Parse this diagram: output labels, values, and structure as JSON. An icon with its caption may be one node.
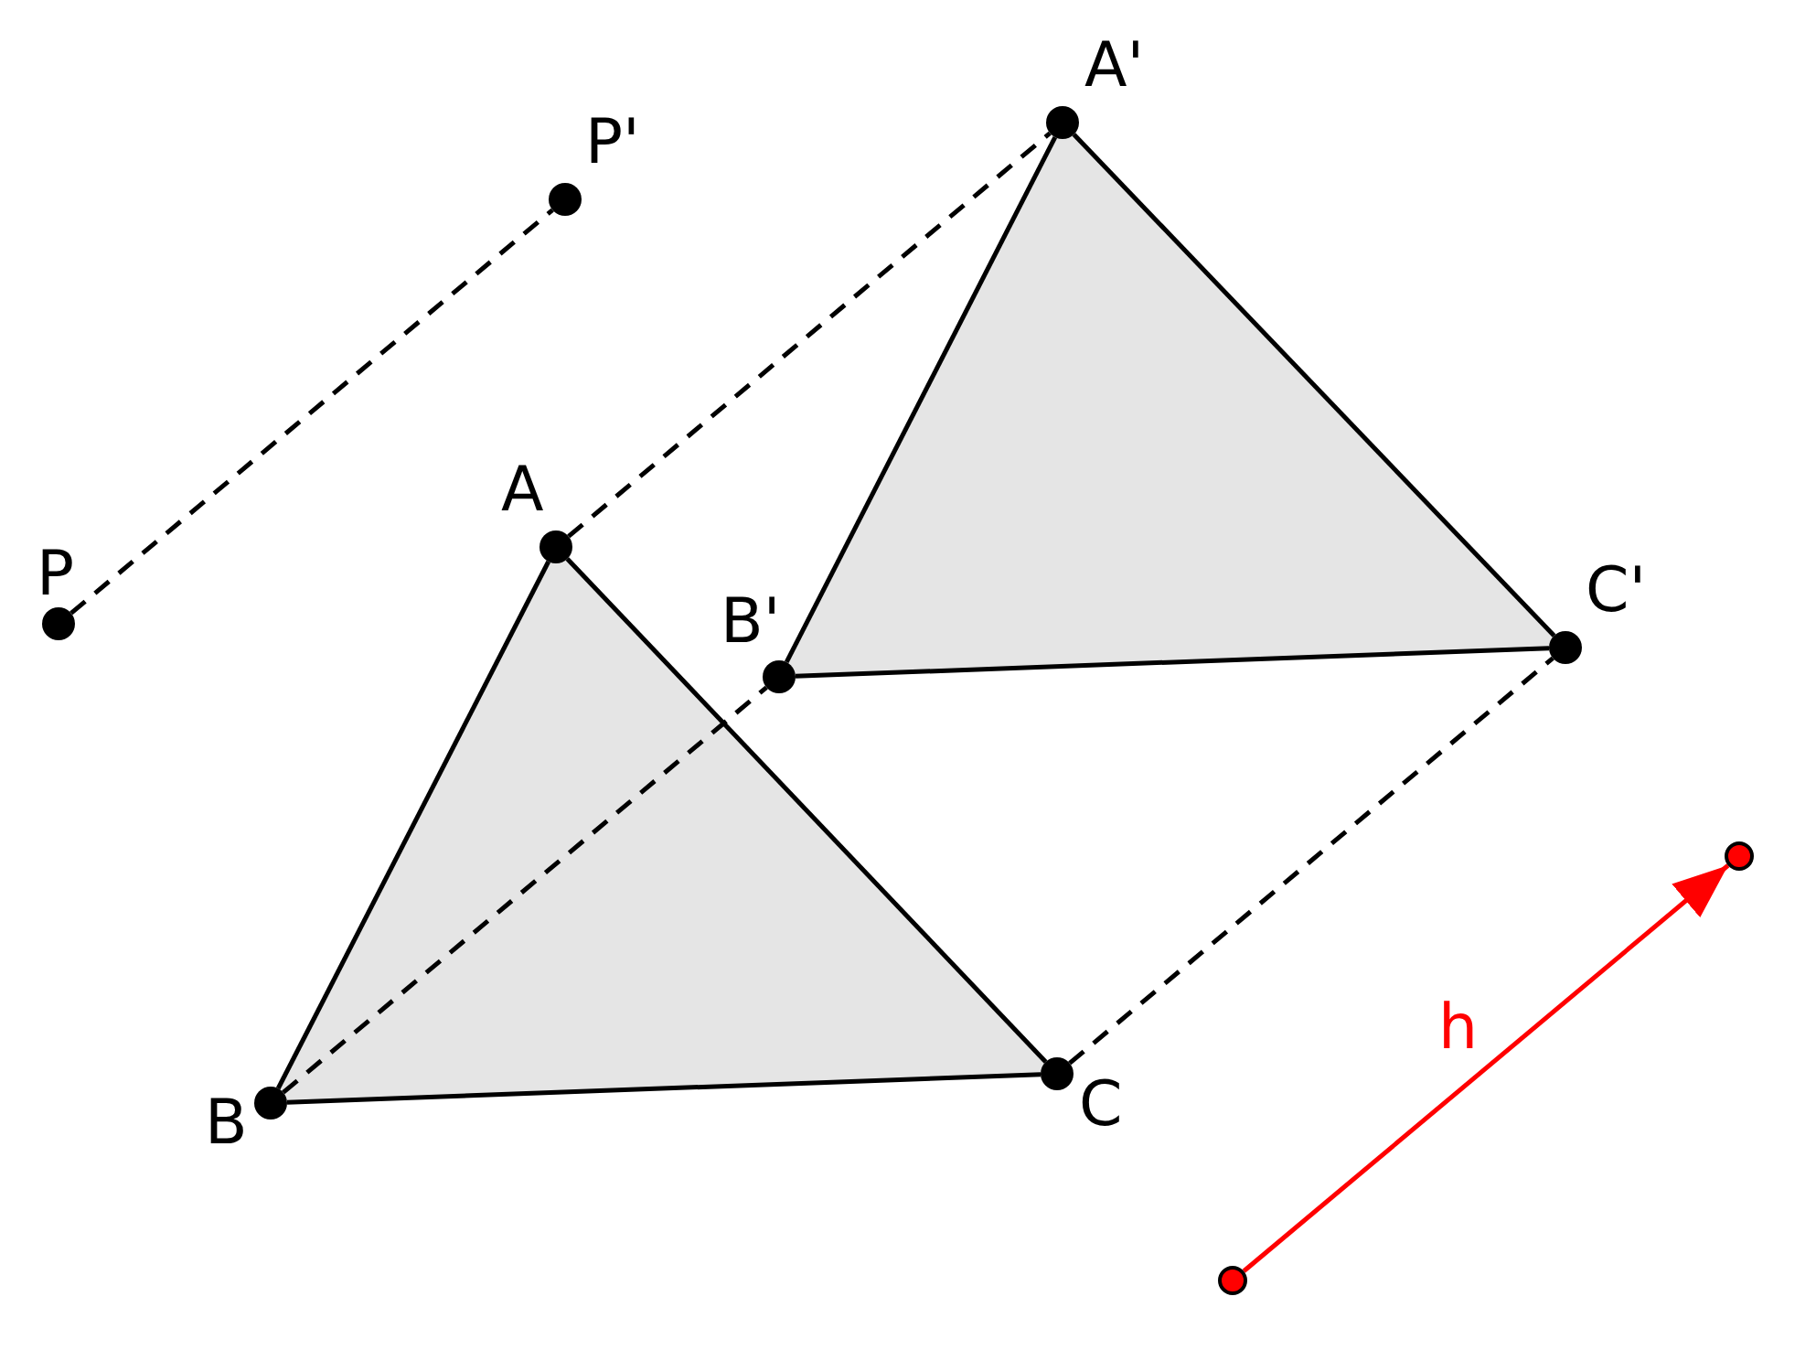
{
  "diagram": {
    "nodes": [
      {
        "text": [
          "P"
        ]
      },
      {
        "text": [
          "P'"
        ]
      },
      {
        "text": [
          "A"
        ]
      },
      {
        "text": [
          "B"
        ]
      },
      {
        "text": [
          "C"
        ]
      },
      {
        "text": [
          "A'"
        ]
      },
      {
        "text": [
          "B'"
        ]
      },
      {
        "text": [
          "C'"
        ]
      },
      {
        "text": [],
        "shape": "circle"
      },
      {
        "text": [],
        "shape": "circle"
      }
    ],
    "edges": [
      {
        "from": 0,
        "to": 1,
        "arrow": "none",
        "style": "dashed"
      },
      {
        "from": 2,
        "to": 5,
        "arrow": "none",
        "style": "dashed"
      },
      {
        "from": 3,
        "to": 6,
        "arrow": "none",
        "style": "dashed"
      },
      {
        "from": 4,
        "to": 7,
        "arrow": "none",
        "style": "dashed"
      },
      {
        "from": 2,
        "to": 3,
        "arrow": "none"
      },
      {
        "from": 3,
        "to": 4,
        "arrow": "none"
      },
      {
        "from": 4,
        "to": 2,
        "arrow": "none"
      },
      {
        "from": 5,
        "to": 6,
        "arrow": "none"
      },
      {
        "from": 6,
        "to": 7,
        "arrow": "none"
      },
      {
        "from": 7,
        "to": 5,
        "arrow": "none"
      },
      {
        "from": 8,
        "to": 9,
        "arrow": "to",
        "label": "h",
        "color": "#ff0000"
      }
    ]
  }
}
